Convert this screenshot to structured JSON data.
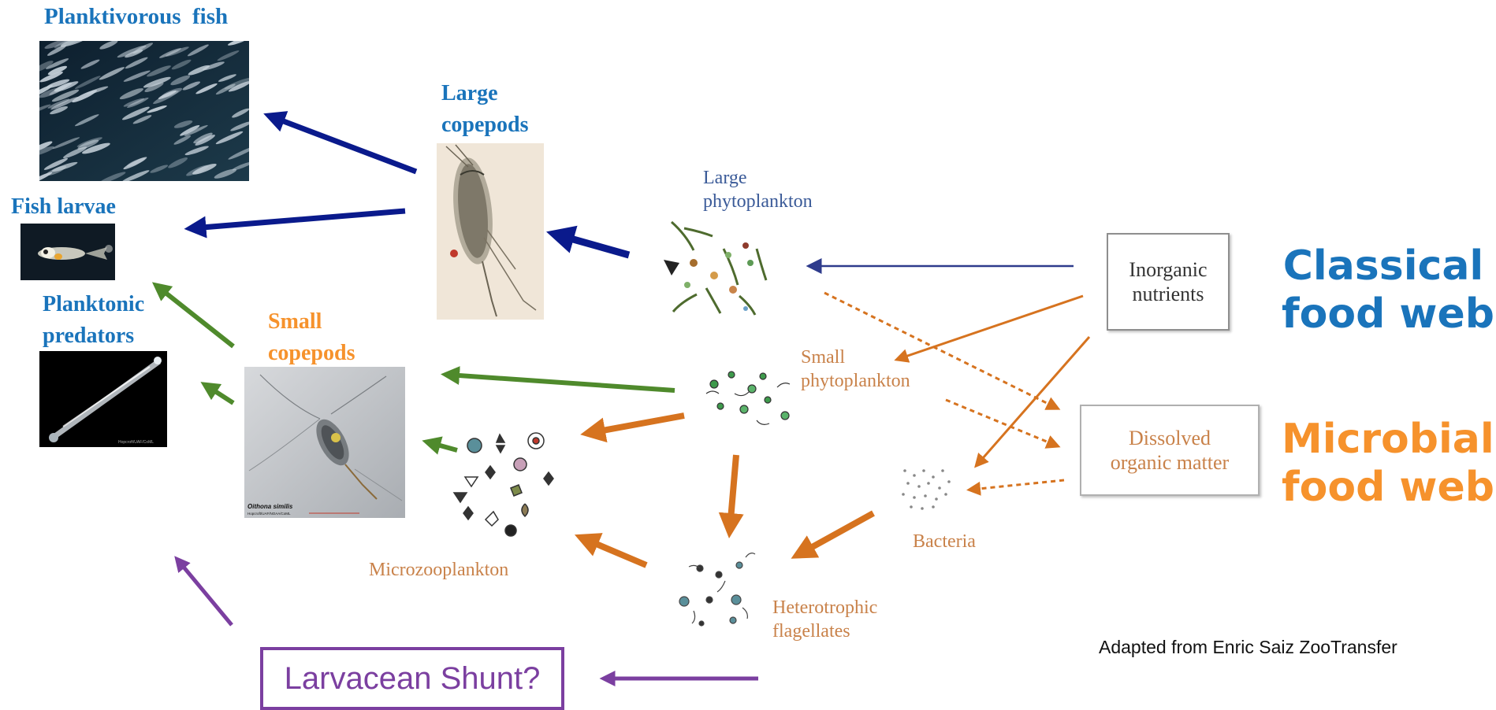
{
  "organisms": {
    "planktivorous_fish": "Planktivorous  fish",
    "fish_larvae": "Fish larvae",
    "planktonic_predators_1": "Planktonic",
    "planktonic_predators_2": "predators",
    "large_copepods_1": "Large",
    "large_copepods_2": "copepods",
    "small_copepods_1": "Small",
    "small_copepods_2": "copepods"
  },
  "sketch_labels": {
    "large_phyto_1": "Large",
    "large_phyto_2": "phytoplankton",
    "small_phyto_1": "Small",
    "small_phyto_2": "phytoplankton",
    "inorganic_1": "Inorganic",
    "inorganic_2": "nutrients",
    "dom_1": "Dissolved",
    "dom_2": "organic matter",
    "bacteria": "Bacteria",
    "microzooplankton": "Microzooplankton",
    "heterotrophic_1": "Heterotrophic",
    "heterotrophic_2": "flagellates"
  },
  "web_titles": {
    "classical_1": "Classical",
    "classical_2": "food web",
    "microbial_1": "Microbial",
    "microbial_2": "food web"
  },
  "photo_captions": {
    "oithona": "Oithona similis",
    "oithona_credit": "Hopcroft/UAF/NOAA/CoML",
    "predator_credit": "Hopcroft/UAF/CoML"
  },
  "larvacean_shunt": "Larvacean Shunt?",
  "attribution": "Adapted from Enric Saiz ZooTransfer",
  "colors": {
    "classical": "#1a74bb",
    "microbial": "#f6922c",
    "navy_arrow": "#0a1a8c",
    "green_arrow": "#4f8a2c",
    "orange_arrow": "#d6731f",
    "purple": "#7b3fa0"
  }
}
